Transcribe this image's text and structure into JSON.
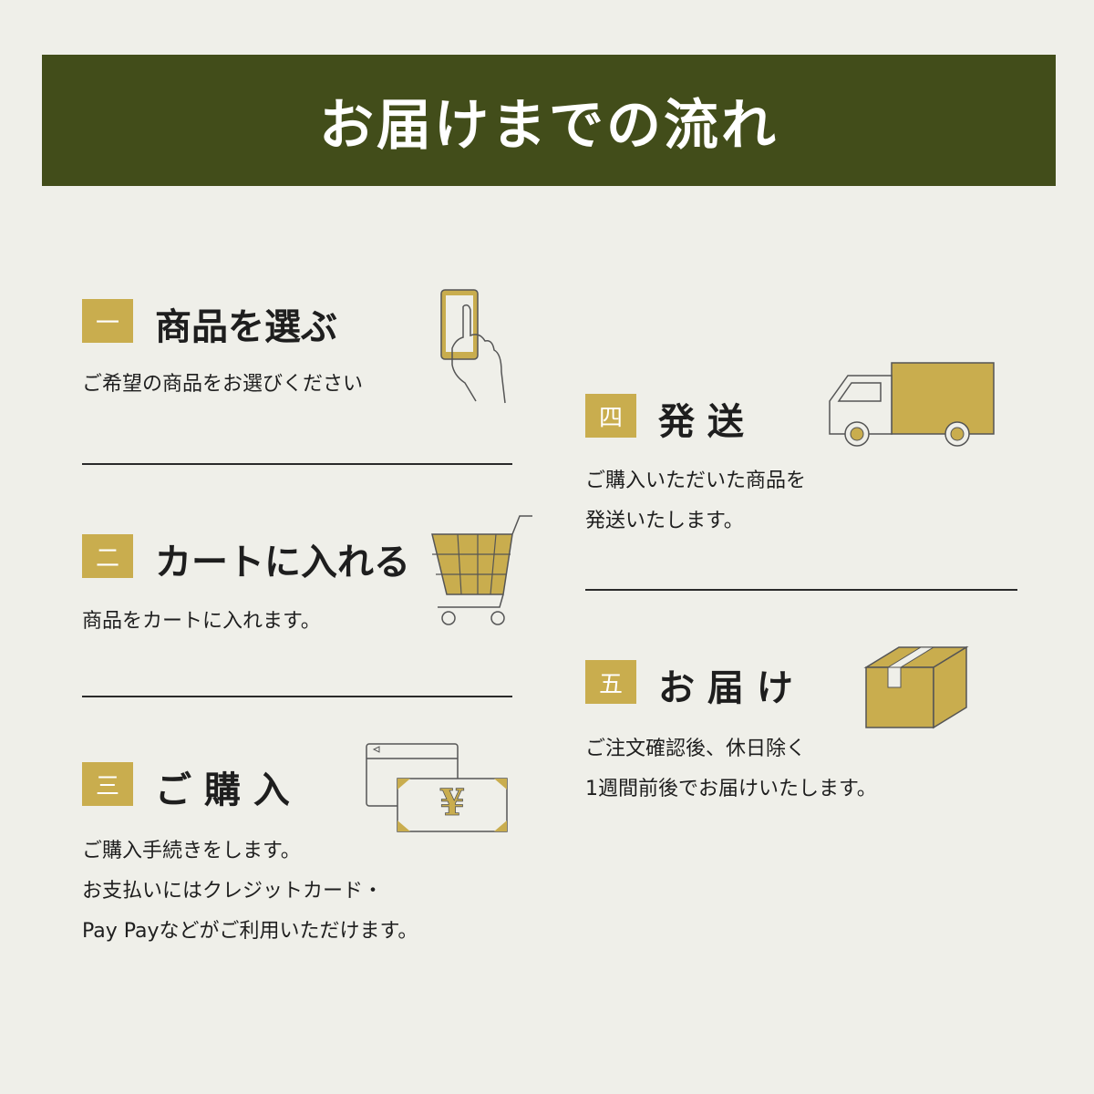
{
  "header": {
    "title": "お届けまでの流れ"
  },
  "colors": {
    "banner": "#424d1a",
    "gold": "#c9ad4e",
    "background": "#efefe9"
  },
  "steps": [
    {
      "number": "一",
      "title": "商品を選ぶ",
      "lines": [
        "ご希望の商品をお選びください"
      ],
      "icon": "smartphone-hand-icon"
    },
    {
      "number": "二",
      "title": "カートに入れる",
      "lines": [
        "商品をカートに入れます。"
      ],
      "icon": "shopping-cart-icon"
    },
    {
      "number": "三",
      "title": "ご 購 入",
      "lines": [
        "ご購入手続きをします。",
        "お支払いにはクレジットカード・",
        "Pay Payなどがご利用いただけます。"
      ],
      "icon": "card-and-yen-bill-icon"
    },
    {
      "number": "四",
      "title": "発 送",
      "lines": [
        "ご購入いただいた商品を",
        "発送いたします。"
      ],
      "icon": "delivery-truck-icon"
    },
    {
      "number": "五",
      "title": "お 届 け",
      "lines": [
        "ご注文確認後、休日除く",
        "1週間前後でお届けいたします。"
      ],
      "icon": "cardboard-box-icon"
    }
  ],
  "icons": {
    "yen_symbol": "¥"
  }
}
